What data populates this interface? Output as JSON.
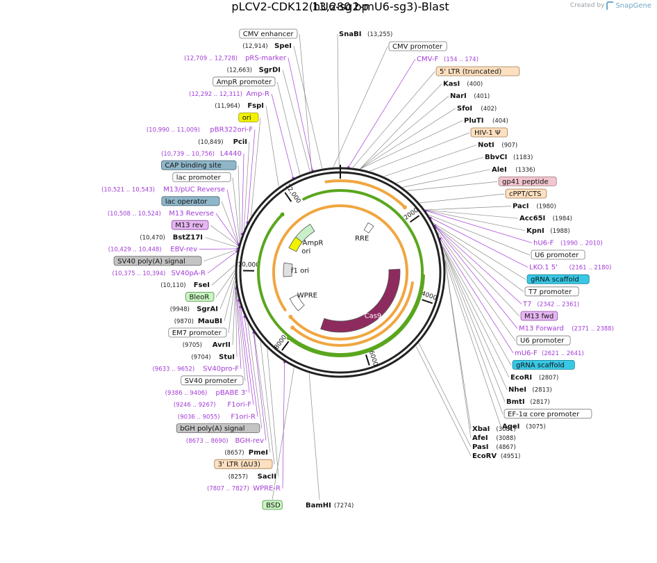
{
  "credit": {
    "prefix": "Created by",
    "brand": "SnapGene"
  },
  "plasmid": {
    "name": "pLCV2-CDK12(hU6-sg2-mU6-sg3)-Blast",
    "length_label": "13,280 bp",
    "length": 13280
  },
  "colors": {
    "enzyme": "#111111",
    "primer": "#a23bd6",
    "feature_orange": "#f0a640",
    "feature_green": "#5aa61e",
    "cas9": "#8e2b5e",
    "leader_gray": "#8a8a8a"
  },
  "ticks": [
    {
      "text": "2000",
      "pos": 2000
    },
    {
      "text": "4000",
      "pos": 4000
    },
    {
      "text": "6000",
      "pos": 6000
    },
    {
      "text": "8000",
      "pos": 8000
    },
    {
      "text": "10,000",
      "pos": 10000
    },
    {
      "text": "12,000",
      "pos": 12000
    }
  ],
  "inner_features": [
    {
      "name": "AmpR",
      "text": "AmpR",
      "color": "#c8f0c8",
      "start": 12100,
      "end": 11300,
      "dir": -1
    },
    {
      "name": "ori",
      "text": "ori",
      "color": "#f2f200",
      "start": 11380,
      "end": 10900,
      "dir": -1
    },
    {
      "name": "f1 ori",
      "text": "f1 ori",
      "color": "#e0e0e0",
      "start": 10320,
      "end": 9800,
      "dir": -1
    },
    {
      "name": "RRE",
      "text": "RRE",
      "color": "#ffffff",
      "start": 1080,
      "end": 1320,
      "dir": 1
    },
    {
      "name": "WPRE",
      "text": "WPRE",
      "color": "#ffffff",
      "start": 8950,
      "end": 8400,
      "dir": -1
    },
    {
      "name": "Cas9",
      "text": "Cas9",
      "color": "#8e2b5e",
      "start": 3200,
      "end": 7350,
      "dir": 1
    }
  ],
  "outer_arcs": [
    {
      "kind": "orange",
      "start": 12950,
      "end": 1650
    },
    {
      "kind": "green",
      "start": 12300,
      "end": 11620
    },
    {
      "kind": "green",
      "start": 3400,
      "end": 8050
    },
    {
      "kind": "orange",
      "start": 3620,
      "end": 8150
    },
    {
      "kind": "orange",
      "start": 8700,
      "end": 8420
    }
  ],
  "labels_right": [
    {
      "type": "enzyme",
      "text": "SnaBI",
      "loc": "(13,255)",
      "pos": 13255
    },
    {
      "type": "feature",
      "text": "CMV promoter",
      "style": "white",
      "pos": 13140
    },
    {
      "type": "primer",
      "text": "CMV-F",
      "loc": "(154 .. 174)",
      "pos": 164
    },
    {
      "type": "feature",
      "text": "5' LTR (truncated)",
      "style": "peach",
      "pos": 250
    },
    {
      "type": "enzyme",
      "text": "KasI",
      "loc": "(400)",
      "pos": 400
    },
    {
      "type": "enzyme",
      "text": "NarI",
      "loc": "(401)",
      "pos": 401
    },
    {
      "type": "enzyme",
      "text": "SfoI",
      "loc": "(402)",
      "pos": 402
    },
    {
      "type": "enzyme",
      "text": "PluTI",
      "loc": "(404)",
      "pos": 404
    },
    {
      "type": "feature",
      "text": "HIV-1 Ψ",
      "style": "peach",
      "pos": 600
    },
    {
      "type": "enzyme",
      "text": "NotI",
      "loc": "(907)",
      "pos": 907
    },
    {
      "type": "enzyme",
      "text": "BbvCI",
      "loc": "(1183)",
      "pos": 1183
    },
    {
      "type": "enzyme",
      "text": "AleI",
      "loc": "(1336)",
      "pos": 1336
    },
    {
      "type": "feature",
      "text": "gp41 peptide",
      "style": "pink",
      "pos": 1450
    },
    {
      "type": "feature",
      "text": "cPPT/CTS",
      "style": "peach",
      "pos": 1800
    },
    {
      "type": "enzyme",
      "text": "PacI",
      "loc": "(1980)",
      "pos": 1980
    },
    {
      "type": "enzyme",
      "text": "Acc65I",
      "loc": "(1984)",
      "pos": 1984
    },
    {
      "type": "enzyme",
      "text": "KpnI",
      "loc": "(1988)",
      "pos": 1988
    },
    {
      "type": "primer",
      "text": "hU6-F",
      "loc": "(1990 .. 2010)",
      "pos": 2000
    },
    {
      "type": "feature",
      "text": "U6 promoter",
      "style": "white",
      "pos": 2100
    },
    {
      "type": "primer",
      "text": "LKO.1 5'",
      "loc": "(2161 .. 2180)",
      "pos": 2170
    },
    {
      "type": "feature",
      "text": "gRNA scaffold",
      "style": "cyan",
      "pos": 2300
    },
    {
      "type": "feature",
      "text": "T7 promoter",
      "style": "white",
      "pos": 2340
    },
    {
      "type": "primer",
      "text": "T7",
      "loc": "(2342 .. 2361)",
      "pos": 2350
    },
    {
      "type": "feature",
      "text": "M13 fwd",
      "style": "violet",
      "pos": 2375
    },
    {
      "type": "primer",
      "text": "M13 Forward",
      "loc": "(2371 .. 2388)",
      "pos": 2380
    },
    {
      "type": "feature",
      "text": "U6 promoter",
      "style": "white",
      "pos": 2500
    },
    {
      "type": "primer",
      "text": "mU6-F",
      "loc": "(2621 .. 2641)",
      "pos": 2630
    },
    {
      "type": "feature",
      "text": "gRNA scaffold",
      "style": "cyan",
      "pos": 2750
    },
    {
      "type": "enzyme",
      "text": "EcoRI",
      "loc": "(2807)",
      "pos": 2807
    },
    {
      "type": "enzyme",
      "text": "NheI",
      "loc": "(2813)",
      "pos": 2813
    },
    {
      "type": "enzyme",
      "text": "BmtI",
      "loc": "(2817)",
      "pos": 2817
    },
    {
      "type": "feature",
      "text": "EF-1α core promoter",
      "style": "white",
      "pos": 2950
    },
    {
      "type": "enzyme",
      "text": "AgeI",
      "loc": "(3075)",
      "pos": 3075
    },
    {
      "type": "enzyme",
      "text": "XbaI",
      "loc": "(3081)",
      "pos": 3081
    },
    {
      "type": "enzyme",
      "text": "AfeI",
      "loc": "(3088)",
      "pos": 3088
    },
    {
      "type": "enzyme",
      "text": "PasI",
      "loc": "(4867)",
      "pos": 4867
    },
    {
      "type": "enzyme",
      "text": "EcoRV",
      "loc": "(4951)",
      "pos": 4951
    }
  ],
  "labels_left": [
    {
      "type": "feature",
      "text": "CMV enhancer",
      "style": "white",
      "pos": 12700
    },
    {
      "type": "enzyme",
      "text": "SpeI",
      "loc": "(12,914)",
      "pos": 12914
    },
    {
      "type": "primer",
      "text": "pRS-marker",
      "loc": "(12,709 .. 12,728)",
      "pos": 12718
    },
    {
      "type": "enzyme",
      "text": "SgrDI",
      "loc": "(12,663)",
      "pos": 12663
    },
    {
      "type": "feature",
      "text": "AmpR promoter",
      "style": "white",
      "pos": 12450
    },
    {
      "type": "primer",
      "text": "Amp-R",
      "loc": "(12,292 .. 12,311)",
      "pos": 12301
    },
    {
      "type": "enzyme",
      "text": "FspI",
      "loc": "(11,964)",
      "pos": 11964
    },
    {
      "type": "feature",
      "text": "ori",
      "style": "yellow",
      "pos": 11150
    },
    {
      "type": "primer",
      "text": "pBR322ori-F",
      "loc": "(10,990 .. 11,009)",
      "pos": 11000
    },
    {
      "type": "enzyme",
      "text": "PciI",
      "loc": "(10,849)",
      "pos": 10849
    },
    {
      "type": "primer",
      "text": "L4440",
      "loc": "(10,739 .. 10,756)",
      "pos": 10747
    },
    {
      "type": "feature",
      "text": "CAP binding site",
      "style": "steel",
      "pos": 10650
    },
    {
      "type": "feature",
      "text": "lac promoter",
      "style": "white",
      "pos": 10600
    },
    {
      "type": "primer",
      "text": "M13/pUC Reverse",
      "loc": "(10,521 .. 10,543)",
      "pos": 10532
    },
    {
      "type": "feature",
      "text": "lac operator",
      "style": "steel",
      "pos": 10520
    },
    {
      "type": "primer",
      "text": "M13 Reverse",
      "loc": "(10,508 .. 10,524)",
      "pos": 10516
    },
    {
      "type": "feature",
      "text": "M13 rev",
      "style": "violet",
      "pos": 10505
    },
    {
      "type": "enzyme",
      "text": "BstZ17I",
      "loc": "(10,470)",
      "pos": 10470
    },
    {
      "type": "primer",
      "text": "EBV-rev",
      "loc": "(10,429 .. 10,448)",
      "pos": 10438
    },
    {
      "type": "feature",
      "text": "SV40 poly(A) signal",
      "style": "gray",
      "pos": 10420
    },
    {
      "type": "primer",
      "text": "SV40pA-R",
      "loc": "(10,375 .. 10,394)",
      "pos": 10384
    },
    {
      "type": "enzyme",
      "text": "FseI",
      "loc": "(10,110)",
      "pos": 10110
    },
    {
      "type": "feature",
      "text": "BleoR",
      "style": "lightgreen",
      "pos": 10000
    },
    {
      "type": "enzyme",
      "text": "SgrAI",
      "loc": "(9948)",
      "pos": 9948
    },
    {
      "type": "enzyme",
      "text": "MauBI",
      "loc": "(9870)",
      "pos": 9870
    },
    {
      "type": "feature",
      "text": "EM7 promoter",
      "style": "white",
      "pos": 9790
    },
    {
      "type": "enzyme",
      "text": "AvrII",
      "loc": "(9705)",
      "pos": 9705
    },
    {
      "type": "enzyme",
      "text": "StuI",
      "loc": "(9704)",
      "pos": 9704
    },
    {
      "type": "primer",
      "text": "SV40pro-F",
      "loc": "(9633 .. 9652)",
      "pos": 9642
    },
    {
      "type": "feature",
      "text": "SV40 promoter",
      "style": "white",
      "pos": 9550
    },
    {
      "type": "primer",
      "text": "pBABE 3'",
      "loc": "(9386 .. 9406)",
      "pos": 9396
    },
    {
      "type": "primer",
      "text": "F1ori-F",
      "loc": "(9246 .. 9267)",
      "pos": 9256
    },
    {
      "type": "primer",
      "text": "F1ori-R",
      "loc": "(9036 .. 9055)",
      "pos": 9045
    },
    {
      "type": "feature",
      "text": "bGH poly(A) signal",
      "style": "gray",
      "pos": 8900
    },
    {
      "type": "primer",
      "text": "BGH-rev",
      "loc": "(8673 .. 8690)",
      "pos": 8681
    },
    {
      "type": "enzyme",
      "text": "PmeI",
      "loc": "(8657)",
      "pos": 8657
    },
    {
      "type": "feature",
      "text": "3' LTR (ΔU3)",
      "style": "peach",
      "pos": 8450
    },
    {
      "type": "enzyme",
      "text": "SacII",
      "loc": "(8257)",
      "pos": 8257
    },
    {
      "type": "primer",
      "text": "WPRE-R",
      "loc": "(7807 .. 7827)",
      "pos": 7817
    }
  ],
  "labels_bottom": [
    {
      "type": "feature",
      "text": "BSD",
      "style": "lightgreen",
      "pos": 7600
    },
    {
      "type": "enzyme",
      "text": "BamHI",
      "loc": "(7274)",
      "pos": 7274
    }
  ]
}
